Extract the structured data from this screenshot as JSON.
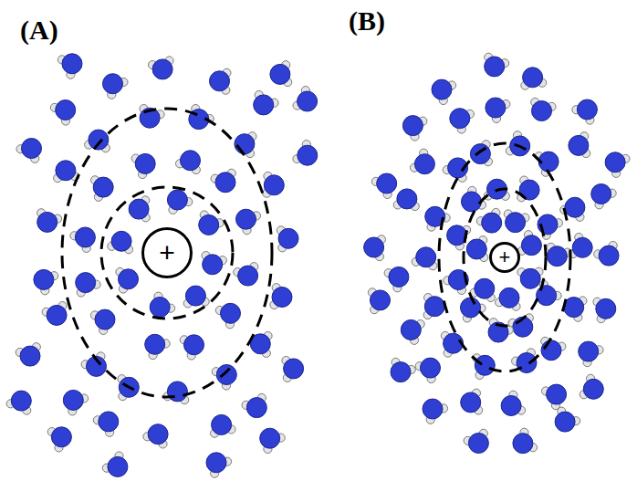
{
  "diagram": {
    "nodes": [
      {
        "text": [
          "+"
        ]
      },
      {
        "text": [
          "+"
        ]
      }
    ],
    "labels": [
      "(A)",
      "(B)"
    ]
  }
}
